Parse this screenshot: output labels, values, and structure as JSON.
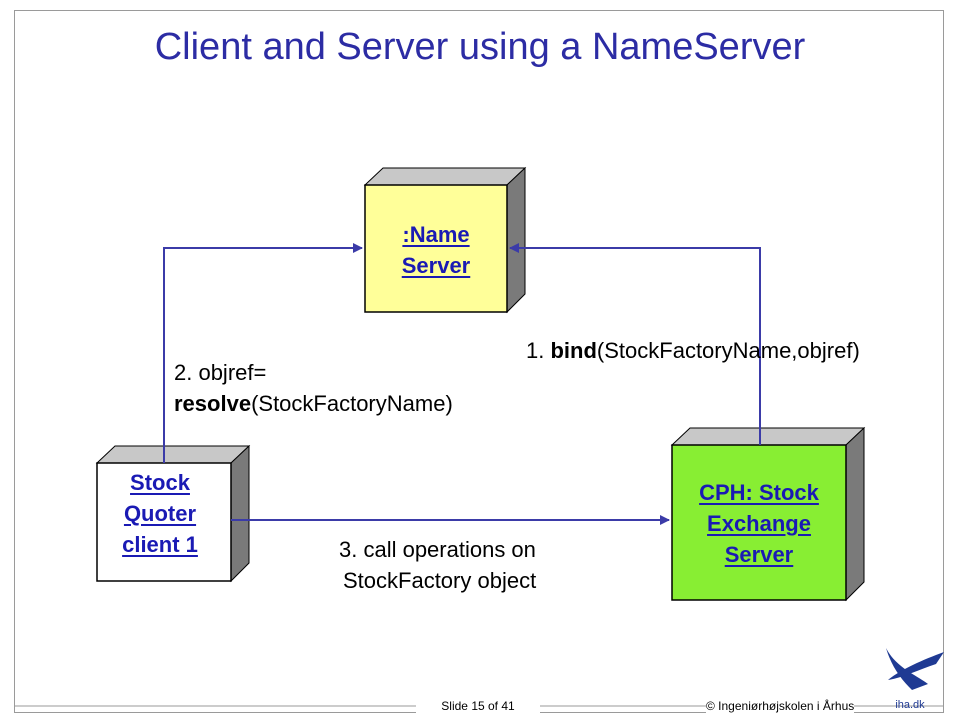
{
  "slide": {
    "title": "Client and Server using a NameServer",
    "footer_slide": "Slide 15 of 41",
    "footer_copyright": "© Ingeniørhøjskolen i Århus",
    "logo_text": "iha.dk"
  },
  "nodes": {
    "name_server": {
      "line1": ":Name",
      "line2": "Server",
      "color": "#ffff99"
    },
    "client": {
      "line1": "Stock",
      "line2": "Quoter",
      "line3": "client 1",
      "color": "#ffffff"
    },
    "exchange": {
      "line1": "CPH: Stock",
      "line2": "Exchange",
      "line3": "Server",
      "color": "#88ee33"
    }
  },
  "messages": {
    "bind": {
      "number": "1.",
      "op": "bind",
      "args": "(StockFactoryName,objref)"
    },
    "resolve": {
      "line1": "2. objref=",
      "op": "resolve",
      "args": "(StockFactoryName)"
    },
    "call": {
      "line1": "3. call operations on",
      "line2": "StockFactory object"
    }
  },
  "colors": {
    "link": "#1a1ab4",
    "connector": "#3b3ba8",
    "title": "#2c2ca4",
    "shadow": "#7a7a7a"
  }
}
